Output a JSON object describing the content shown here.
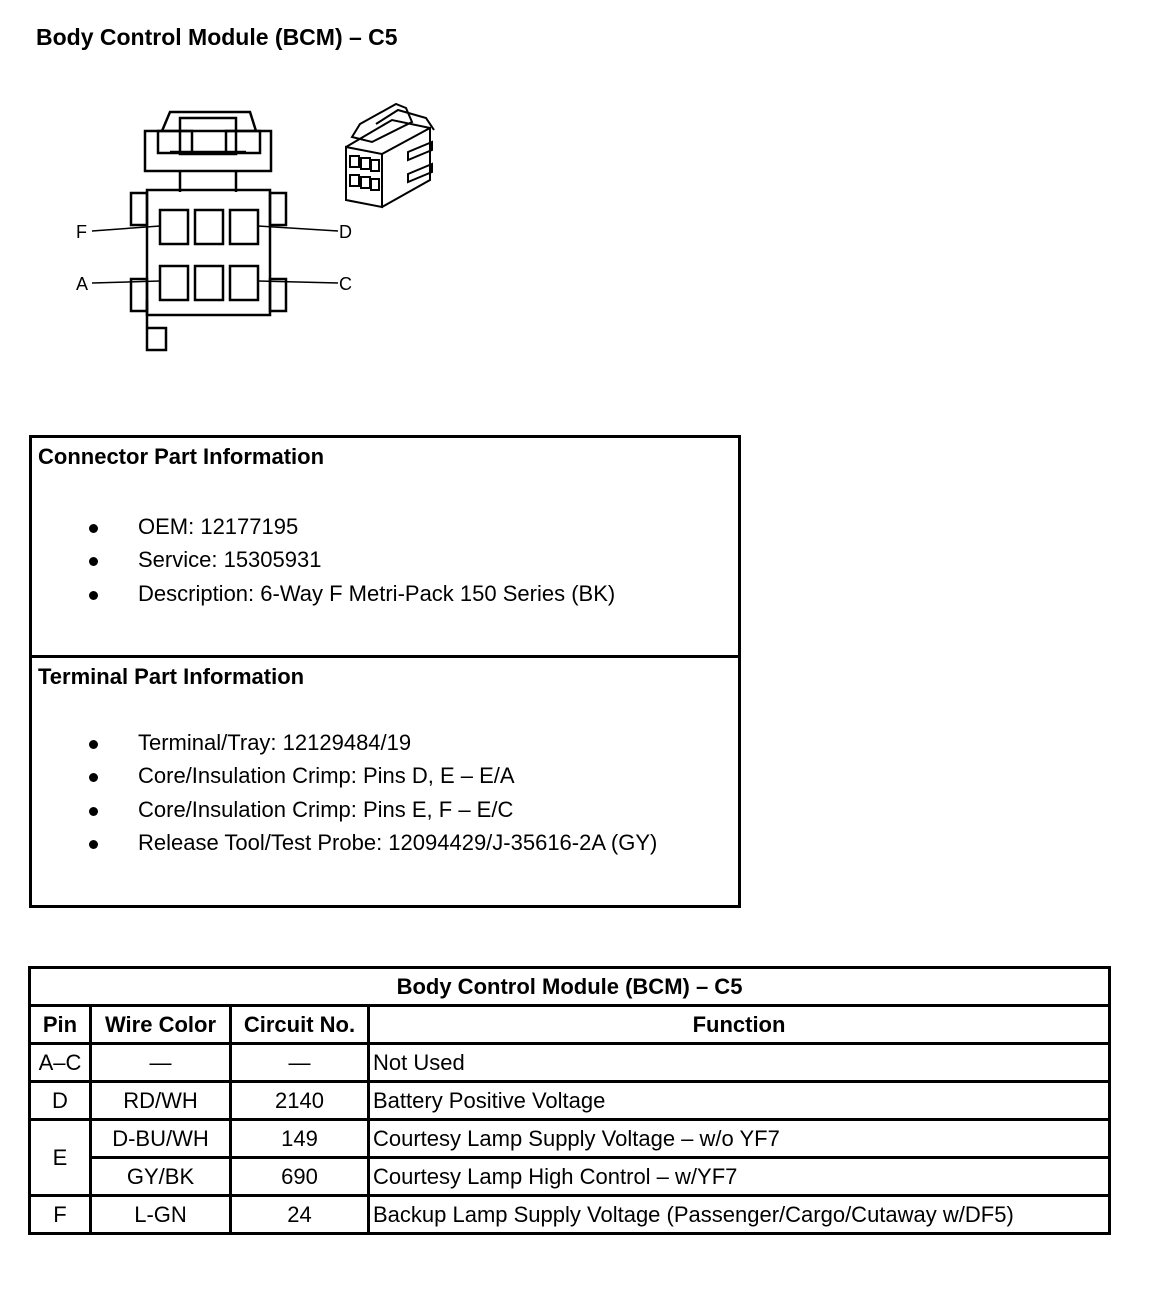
{
  "page": {
    "title": "Body Control Module (BCM) – C5"
  },
  "diagram": {
    "pin_labels": {
      "F": "F",
      "D": "D",
      "A": "A",
      "C": "C"
    }
  },
  "connector_info": {
    "title": "Connector Part Information",
    "items": [
      "OEM: 12177195",
      "Service: 15305931",
      "Description: 6-Way F Metri-Pack 150 Series (BK)"
    ]
  },
  "terminal_info": {
    "title": "Terminal Part Information",
    "items": [
      "Terminal/Tray: 12129484/19",
      "Core/Insulation Crimp: Pins D, E – E/A",
      "Core/Insulation Crimp: Pins E, F – E/C",
      "Release Tool/Test Probe: 12094429/J-35616-2A (GY)"
    ]
  },
  "pin_table": {
    "title": "Body Control Module (BCM) – C5",
    "headers": [
      "Pin",
      "Wire Color",
      "Circuit No.",
      "Function"
    ],
    "rows": [
      {
        "pin": "A–C",
        "wire": "—",
        "circuit": "—",
        "function": "Not Used"
      },
      {
        "pin": "D",
        "wire": "RD/WH",
        "circuit": "2140",
        "function": "Battery Positive Voltage"
      },
      {
        "pin": "E",
        "wire": "D-BU/WH",
        "circuit": "149",
        "function": "Courtesy Lamp Supply Voltage – w/o YF7"
      },
      {
        "pin": "",
        "wire": "GY/BK",
        "circuit": "690",
        "function": "Courtesy Lamp High Control – w/YF7"
      },
      {
        "pin": "F",
        "wire": "L-GN",
        "circuit": "24",
        "function": "Backup Lamp Supply Voltage (Passenger/Cargo/Cutaway w/DF5)"
      }
    ]
  }
}
